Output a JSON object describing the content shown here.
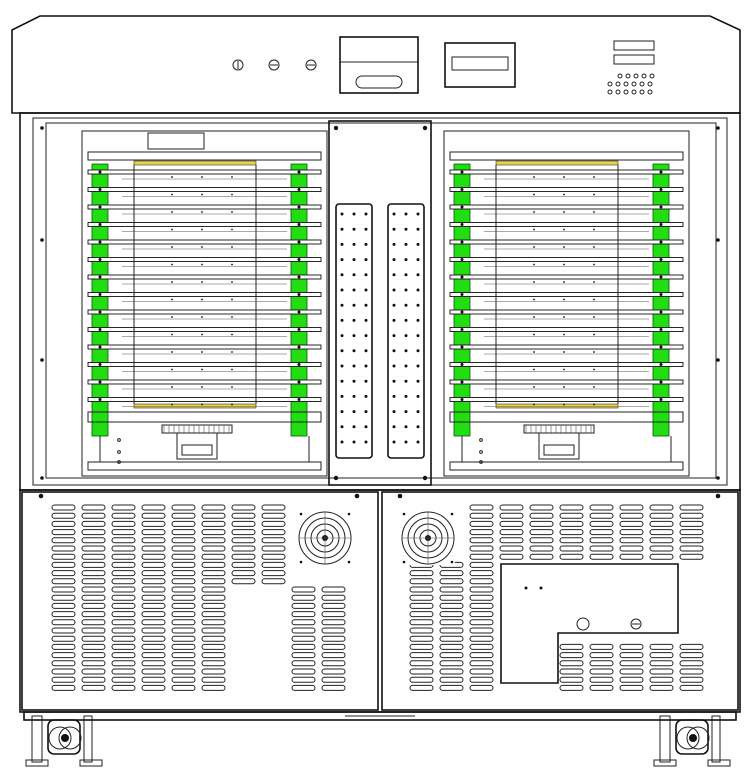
{
  "colors": {
    "line": "#111111",
    "rail_green": "#22dd11",
    "tray_yellow": "#e8d24a",
    "background": "#ffffff"
  },
  "control_panel": {
    "labels": [
      "",
      "",
      ""
    ],
    "knobs": 3,
    "display_windows": 2
  },
  "chambers": {
    "count": 2,
    "shelves_per_chamber": 14
  },
  "lower_cabinet": {
    "panels": 2,
    "fans": 2
  },
  "casters": 2
}
